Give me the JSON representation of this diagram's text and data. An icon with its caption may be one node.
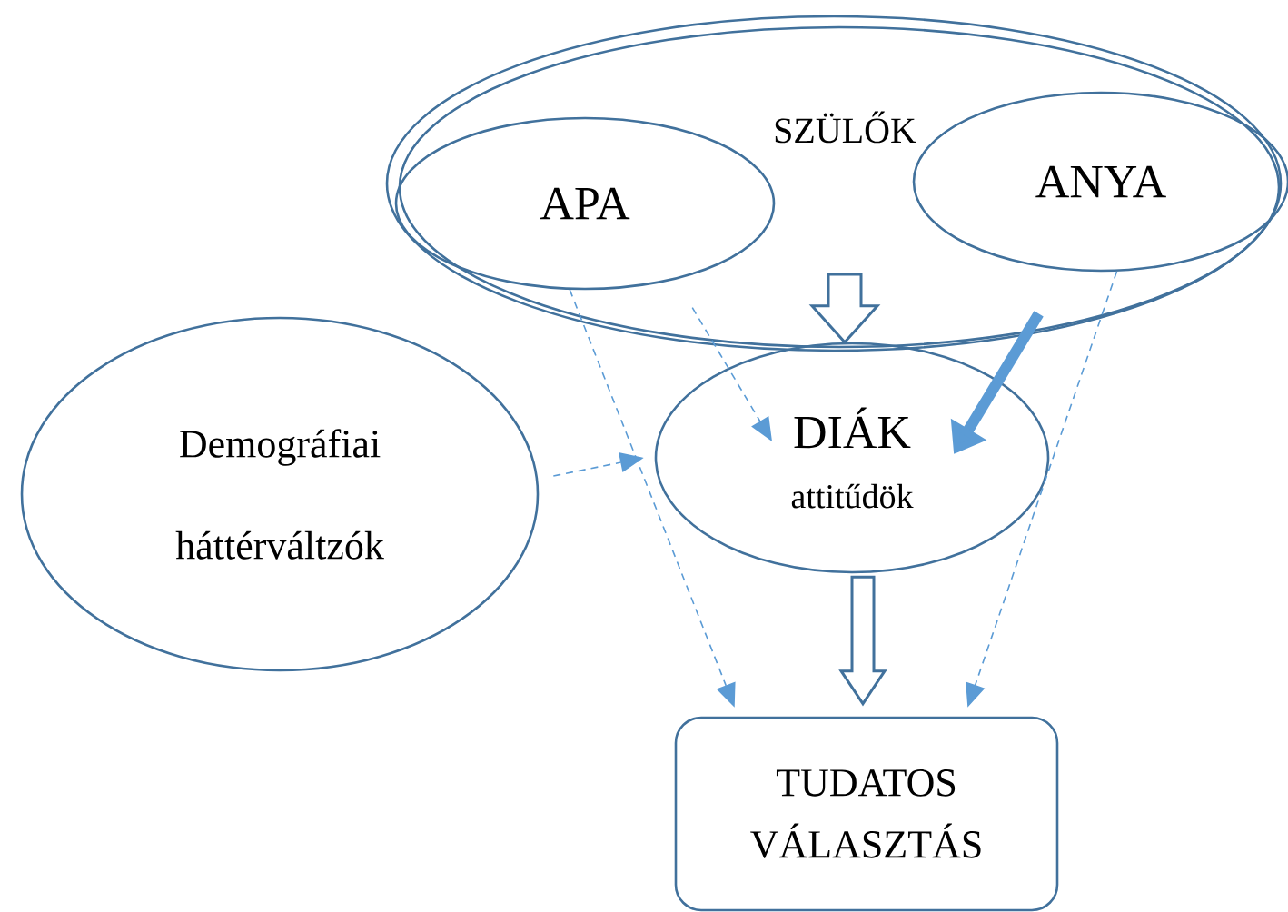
{
  "diagram": {
    "nodes": [
      {
        "text": [
          "SZÜLŐK"
        ]
      },
      {
        "text": [
          "APA"
        ],
        "in": 0
      },
      {
        "text": [
          "ANYA"
        ],
        "in": 0
      },
      {
        "text": [
          "DIÁK",
          "attitűdök"
        ]
      },
      {
        "text": [
          "Demográfiai háttérváltzók"
        ]
      },
      {
        "text": [
          "TUDATOS VÁLASZTÁS"
        ]
      }
    ],
    "edges": [
      {
        "from": 0,
        "to": 3,
        "arrow": "to"
      },
      {
        "from": 1,
        "to": 3,
        "arrow": "to",
        "style": "dashed",
        "color": "#5b9bd5"
      },
      {
        "from": 1,
        "to": 5,
        "arrow": "to",
        "style": "dashed",
        "color": "#5b9bd5"
      },
      {
        "from": 4,
        "to": 3,
        "arrow": "to",
        "style": "dashed",
        "color": "#5b9bd5"
      },
      {
        "from": 2,
        "to": 3,
        "arrow": "to",
        "style": "thick",
        "color": "#5b9bd5"
      },
      {
        "from": 2,
        "to": 5,
        "arrow": "to",
        "style": "dashed",
        "color": "#5b9bd5"
      },
      {
        "from": 3,
        "to": 5,
        "arrow": "to"
      }
    ]
  }
}
